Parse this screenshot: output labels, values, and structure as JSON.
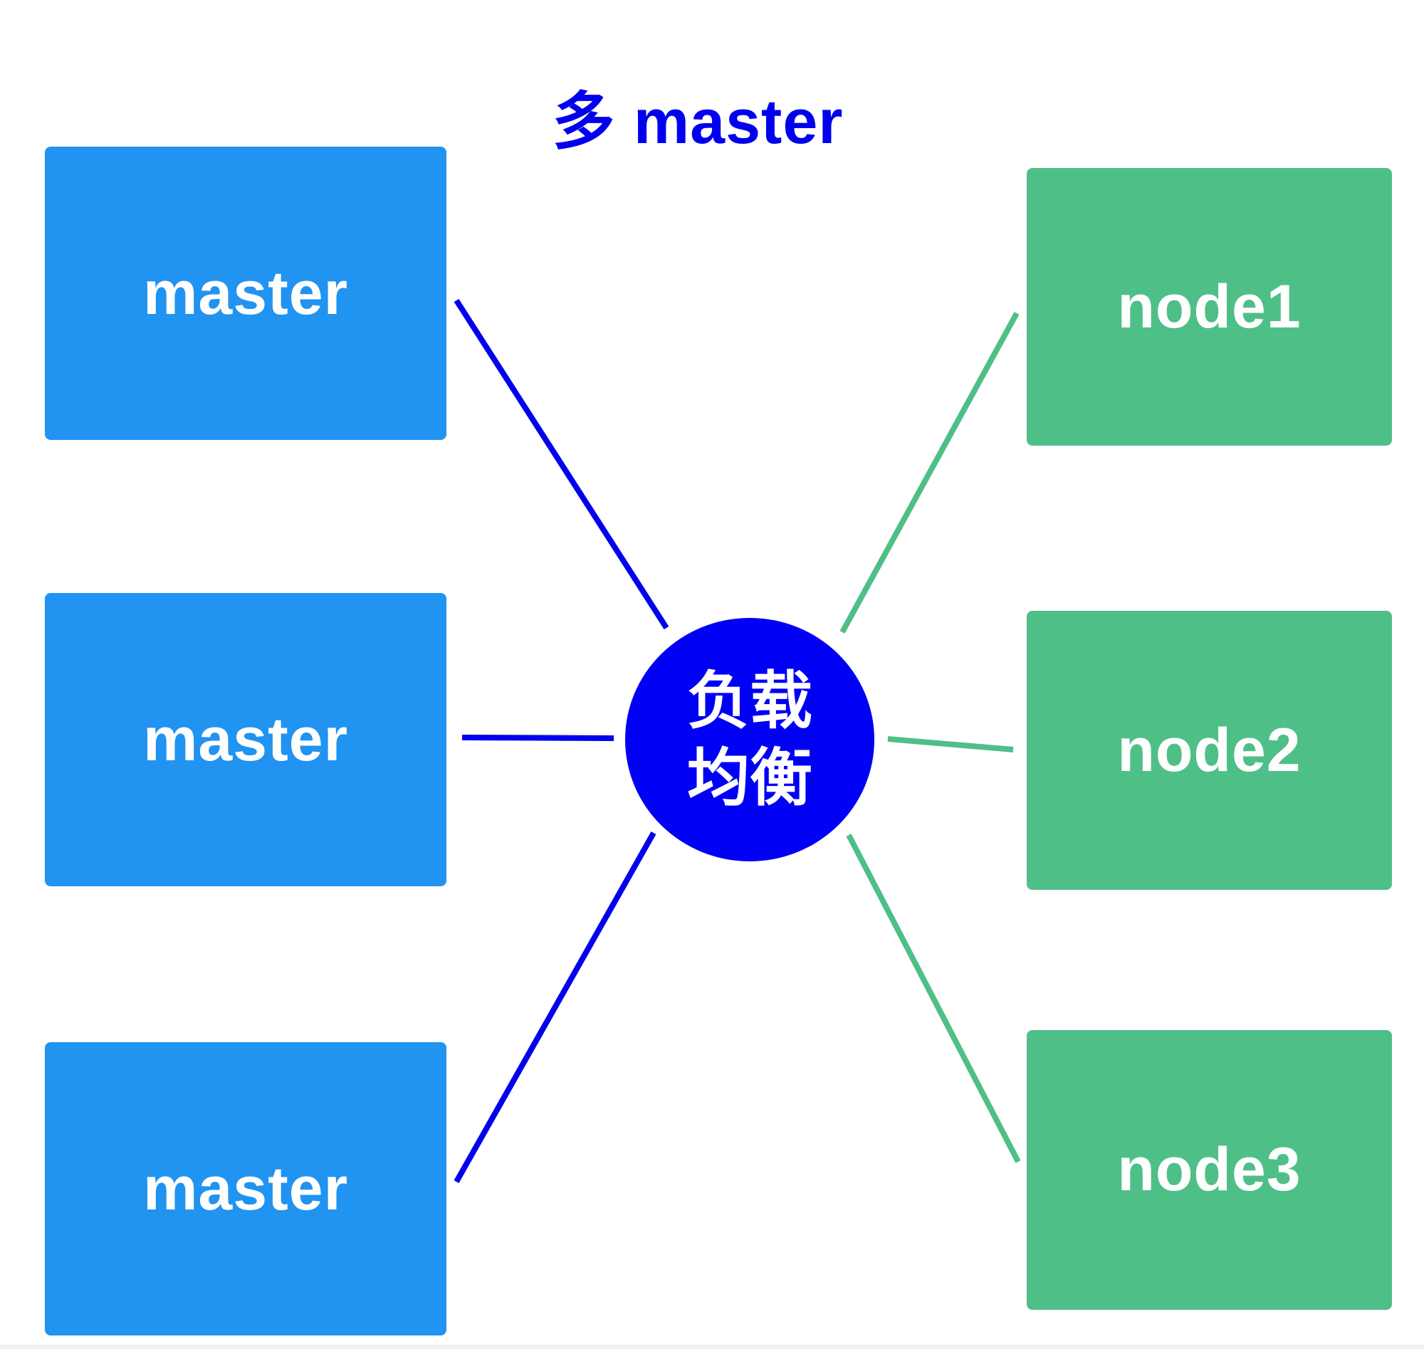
{
  "title": "多 master",
  "masters": [
    {
      "label": "master"
    },
    {
      "label": "master"
    },
    {
      "label": "master"
    }
  ],
  "hub": {
    "label": "负载均衡"
  },
  "nodes": [
    {
      "label": "node1"
    },
    {
      "label": "node2"
    },
    {
      "label": "node3"
    }
  ],
  "colors": {
    "title": "#0000ee",
    "master_fill": "#2193f0",
    "node_fill": "#4fbf88",
    "hub_fill": "#0000f5",
    "master_links": "#0000ee",
    "node_links": "#4fbf88"
  }
}
